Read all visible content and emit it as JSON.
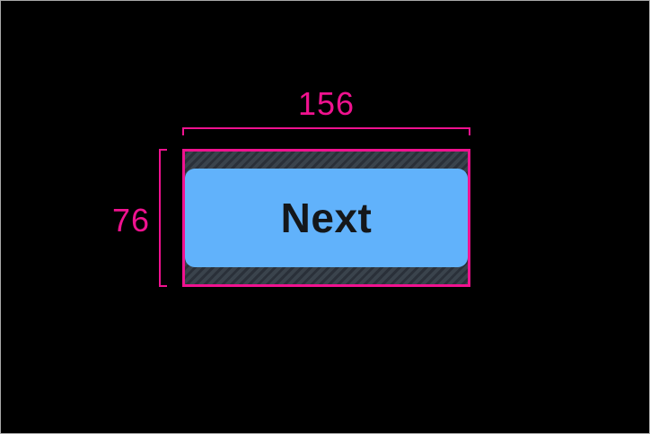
{
  "canvas": {
    "background": "#000000",
    "frame_border_color": "#A9A9A9"
  },
  "annotations": {
    "accent_color": "#F0128F",
    "width_label": "156",
    "height_label": "76"
  },
  "touch_target": {
    "hatch_background": "#3A434C",
    "hatch_stripe": "#2A3039"
  },
  "button": {
    "label": "Next",
    "fill_color": "#61B2FB",
    "text_color": "#14171A"
  }
}
